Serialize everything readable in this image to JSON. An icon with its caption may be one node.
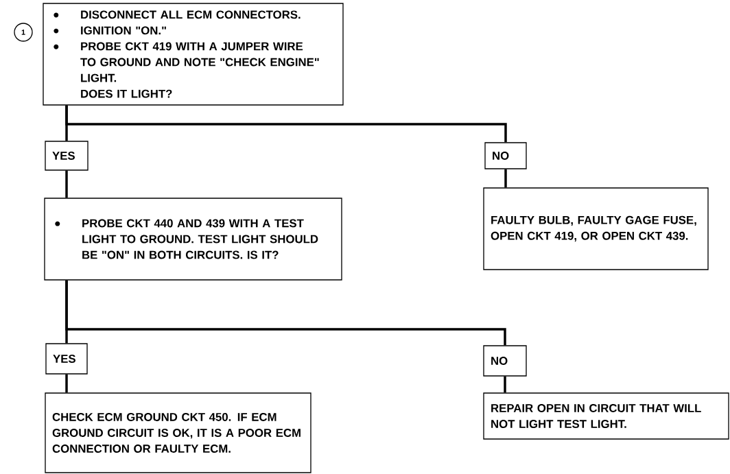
{
  "diagram": {
    "nodes": [
      {
        "text": [
          "1"
        ]
      },
      {
        "text": [
          "DISCONNECT ALL ECM CONNECTORS.",
          "IGNITION \"ON.\"",
          "PROBE CKT 419 WITH A JUMPER WIRE TO GROUND AND NOTE \"CHECK ENGINE\" LIGHT.",
          "DOES IT LIGHT?"
        ]
      },
      {
        "text": [
          "YES"
        ]
      },
      {
        "text": [
          "NO"
        ]
      },
      {
        "text": [
          "PROBE CKT 440 AND 439 WITH A TEST LIGHT TO GROUND. TEST LIGHT SHOULD BE \"ON\" IN BOTH CIRCUITS. IS IT?"
        ]
      },
      {
        "text": [
          "FAULTY BULB, FAULTY GAGE FUSE, OPEN CKT 419, OR OPEN CKT 439."
        ]
      },
      {
        "text": [
          "YES"
        ]
      },
      {
        "text": [
          "NO"
        ]
      },
      {
        "text": [
          "CHECK ECM GROUND CKT 450. IF ECM GROUND CIRCUIT IS OK, IT IS A POOR ECM CONNECTION OR FAULTY ECM."
        ]
      },
      {
        "text": [
          "REPAIR OPEN IN CIRCUIT THAT WILL NOT LIGHT TEST LIGHT."
        ]
      }
    ],
    "edges": [
      {
        "from": 1,
        "to": 2,
        "arrow": "none"
      },
      {
        "from": 1,
        "to": 3,
        "arrow": "none"
      },
      {
        "from": 2,
        "to": 4,
        "arrow": "none"
      },
      {
        "from": 3,
        "to": 5,
        "arrow": "none"
      },
      {
        "from": 4,
        "to": 6,
        "arrow": "none"
      },
      {
        "from": 4,
        "to": 7,
        "arrow": "none"
      },
      {
        "from": 6,
        "to": 8,
        "arrow": "none"
      },
      {
        "from": 7,
        "to": 9,
        "arrow": "none"
      }
    ]
  }
}
